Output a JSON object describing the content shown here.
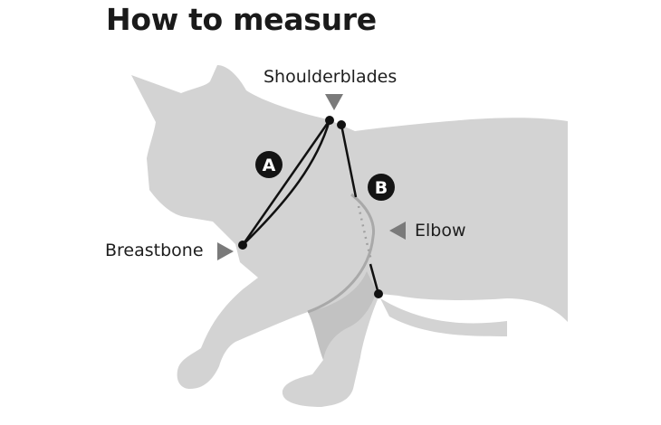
{
  "title": "How to measure",
  "labels": {
    "shoulderblades": "Shoulderblades",
    "breastbone": "Breastbone",
    "elbow": "Elbow"
  },
  "badges": {
    "a": "A",
    "b": "B"
  },
  "colors": {
    "cat_body": "#d3d3d3",
    "cat_shadow": "#c2c2c2",
    "harness_curve": "#a9a9a9",
    "marker_triangle": "#7a7a7a",
    "measure_line": "#111111",
    "badge_bg": "#141414",
    "badge_text": "#ffffff",
    "text": "#1e1e1e"
  },
  "measurements": [
    {
      "id": "A",
      "from": "Shoulderblades",
      "to": "Breastbone"
    },
    {
      "id": "B",
      "from": "Shoulderblades",
      "to": "Elbow"
    }
  ]
}
